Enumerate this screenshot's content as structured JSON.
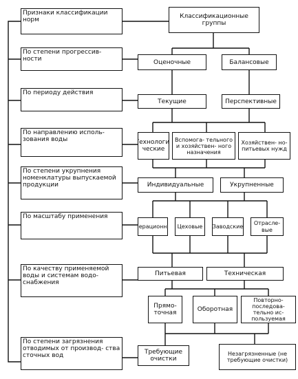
{
  "left_criteria": [
    "Признаки классификации норм",
    "По степени прогрессив- ности",
    "По периоду действия",
    "По направлению исполь- зования воды",
    "По степени укрупнения номенклатуры выпускаемой продукции",
    "По масштабу применения",
    "По качеству применяемой воды и системам водо- снабжения",
    "По степени загрязнения отводимых от производ- ства сточных вод"
  ],
  "groups_header": "Классификационные группы",
  "progressiveness": [
    "Оценочные",
    "Балансовые"
  ],
  "period": [
    "Текущие",
    "Перспективные"
  ],
  "usage": [
    "Технологи- ческие",
    "Вспомога- тельного и хозяйствен- ного назначения",
    "Хозяйствен- но-питьевых нужд"
  ],
  "nomenclature": [
    "Индивидуальные",
    "Укрупненные"
  ],
  "scale": [
    "Операционные",
    "Цеховые",
    "Заводские",
    "Отрасле- вые"
  ],
  "water_quality": [
    "Питьевая",
    "Техническая"
  ],
  "water_systems": [
    "Прямо- точная",
    "Оборотная",
    "Повторно- последова- тельно ис- пользуемая"
  ],
  "pollution": [
    "Требующие очистки",
    "Незагрязненные (не требующие очистки)"
  ]
}
